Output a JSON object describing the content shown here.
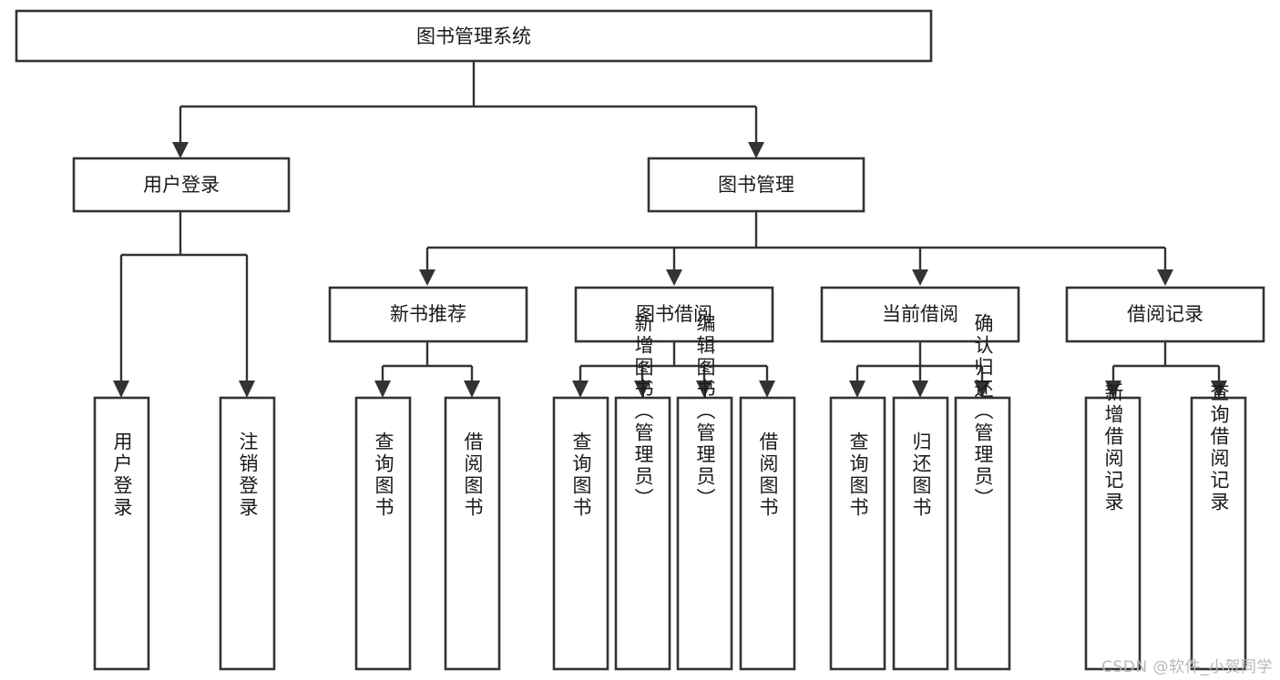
{
  "diagram": {
    "type": "tree-hierarchy-diagram",
    "title": "图书管理系统",
    "root": {
      "id": "root",
      "label": "图书管理系统",
      "level": 0
    },
    "level1": [
      {
        "id": "user-login",
        "label": "用户登录",
        "level": 1
      },
      {
        "id": "book-management",
        "label": "图书管理",
        "level": 1
      }
    ],
    "level2": [
      {
        "id": "new-book-recommend",
        "label": "新书推荐",
        "parent": "book-management",
        "level": 2
      },
      {
        "id": "book-borrow",
        "label": "图书借阅",
        "parent": "book-management",
        "level": 2
      },
      {
        "id": "current-borrow",
        "label": "当前借阅",
        "parent": "book-management",
        "level": 2
      },
      {
        "id": "borrow-record",
        "label": "借阅记录",
        "parent": "book-management",
        "level": 2
      }
    ],
    "leaves": [
      {
        "id": "leaf-user-login",
        "label": "用户登录",
        "parent": "user-login"
      },
      {
        "id": "leaf-user-logout",
        "label": "注销登录",
        "parent": "user-login"
      },
      {
        "id": "leaf-query-book-1",
        "label": "查询图书",
        "parent": "new-book-recommend"
      },
      {
        "id": "leaf-borrow-book-1",
        "label": "借阅图书",
        "parent": "new-book-recommend"
      },
      {
        "id": "leaf-query-book-2",
        "label": "查询图书",
        "parent": "book-borrow"
      },
      {
        "id": "leaf-add-book",
        "label": "新增图书（管理员）",
        "parent": "book-borrow"
      },
      {
        "id": "leaf-edit-book",
        "label": "编辑图书（管理员）",
        "parent": "book-borrow"
      },
      {
        "id": "leaf-borrow-book-2",
        "label": "借阅图书",
        "parent": "book-borrow"
      },
      {
        "id": "leaf-query-book-3",
        "label": "查询图书",
        "parent": "current-borrow"
      },
      {
        "id": "leaf-return-book",
        "label": "归还图书",
        "parent": "current-borrow"
      },
      {
        "id": "leaf-confirm-return",
        "label": "确认归还（管理员）",
        "parent": "current-borrow"
      },
      {
        "id": "leaf-add-record",
        "label": "新增借阅记录",
        "parent": "borrow-record"
      },
      {
        "id": "leaf-query-record",
        "label": "查询借阅记录",
        "parent": "borrow-record"
      }
    ],
    "colors": {
      "box_stroke": "#333333",
      "box_fill": "#ffffff",
      "connector": "#333333",
      "text": "#1a1a1a",
      "background": "#ffffff",
      "watermark": "#b8b8b8"
    }
  },
  "watermark": {
    "text": "CSDN @软件_小贺同学"
  }
}
